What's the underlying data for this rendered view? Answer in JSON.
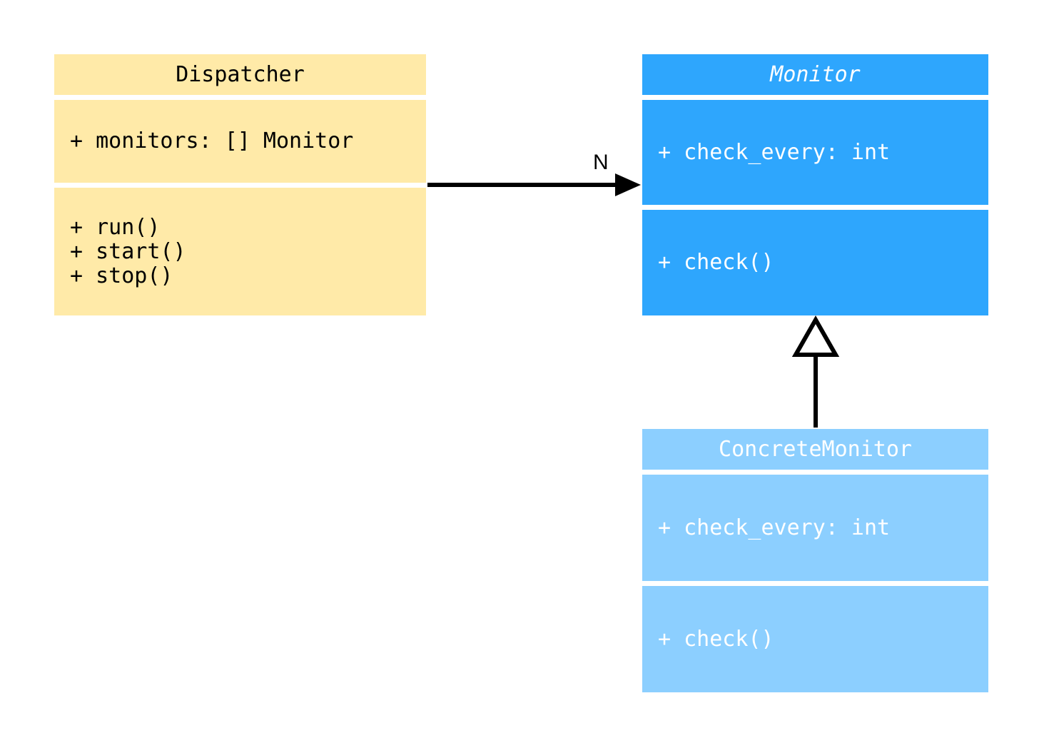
{
  "diagram": {
    "type": "uml-class-diagram",
    "background": "#ffffff",
    "classes": [
      {
        "id": "dispatcher",
        "name": "Dispatcher",
        "abstract": false,
        "fill": "#ffeaa8",
        "text_color": "#000000",
        "attributes": [
          "+ monitors: [] Monitor"
        ],
        "methods": [
          "+ run()",
          "+ start()",
          "+ stop()"
        ]
      },
      {
        "id": "monitor",
        "name": "Monitor",
        "abstract": true,
        "fill": "#2ea6fd",
        "text_color": "#ffffff",
        "attributes": [
          "+ check_every: int"
        ],
        "methods": [
          "+ check()"
        ]
      },
      {
        "id": "concrete_monitor",
        "name": "ConcreteMonitor",
        "abstract": false,
        "fill": "#8ccfff",
        "text_color": "#ffffff",
        "attributes": [
          "+ check_every: int"
        ],
        "methods": [
          "+ check()"
        ]
      }
    ],
    "relationships": [
      {
        "id": "dispatcher-to-monitor",
        "kind": "association",
        "from": "Dispatcher",
        "to": "Monitor",
        "arrowhead": "filled-triangle",
        "line": "solid",
        "label": "N",
        "color": "#000000"
      },
      {
        "id": "concrete-to-monitor",
        "kind": "generalization",
        "from": "ConcreteMonitor",
        "to": "Monitor",
        "arrowhead": "hollow-triangle",
        "line": "solid",
        "label": "",
        "color": "#000000"
      }
    ]
  }
}
